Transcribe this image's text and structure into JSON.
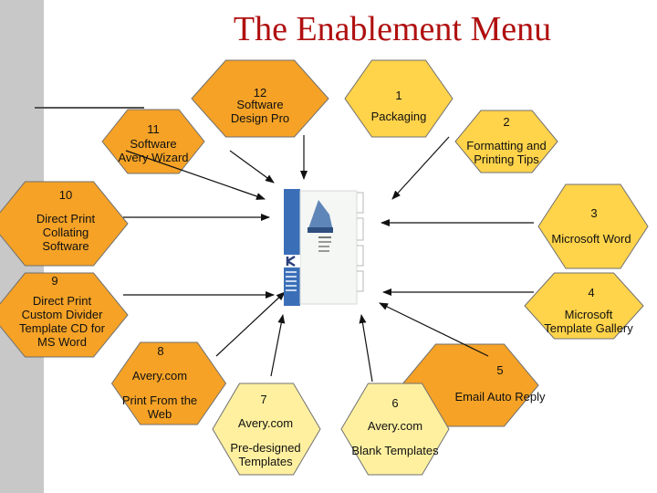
{
  "title": "The Enablement Menu",
  "colors": {
    "title": "#b01010",
    "hex_orange": "#f5a226",
    "hex_yellow": "#ffd34a",
    "hex_light": "#fff0a0",
    "hex_border": "#707070",
    "arrow": "#111111"
  },
  "nodes": [
    {
      "id": "n12",
      "shade": "hex_orange",
      "number": "12",
      "lines": [
        "Software",
        "Design Pro"
      ]
    },
    {
      "id": "n1",
      "shade": "hex_yellow",
      "number": "1",
      "lines": [
        "Packaging"
      ]
    },
    {
      "id": "n2",
      "shade": "hex_yellow",
      "number": "2",
      "lines": [
        "Formatting and",
        "Printing Tips"
      ]
    },
    {
      "id": "n11",
      "shade": "hex_orange",
      "number": "11",
      "lines": [
        "Software",
        "Avery Wizard"
      ]
    },
    {
      "id": "n10",
      "shade": "hex_orange",
      "number": "10",
      "lines": [
        "Direct Print",
        "Collating",
        "Software"
      ]
    },
    {
      "id": "n3",
      "shade": "hex_yellow",
      "number": "3",
      "lines": [
        "Microsoft Word"
      ]
    },
    {
      "id": "n9",
      "shade": "hex_orange",
      "number": "9",
      "lines": [
        "Direct Print",
        "Custom Divider",
        "Template CD for",
        "MS Word"
      ]
    },
    {
      "id": "n4",
      "shade": "hex_yellow",
      "number": "4",
      "lines": [
        "Microsoft",
        "Template Gallery"
      ]
    },
    {
      "id": "n8",
      "shade": "hex_orange",
      "number": "8",
      "lines": [
        "Avery.com",
        "Print From the",
        "Web"
      ]
    },
    {
      "id": "n5",
      "shade": "hex_orange",
      "number": "5",
      "lines": [
        "Email Auto Reply"
      ]
    },
    {
      "id": "n7",
      "shade": "hex_light",
      "number": "7",
      "lines": [
        "Avery.com",
        "Pre-designed",
        "Templates"
      ]
    },
    {
      "id": "n6",
      "shade": "hex_light",
      "number": "6",
      "lines": [
        "Avery.com",
        "Blank Templates"
      ]
    }
  ]
}
